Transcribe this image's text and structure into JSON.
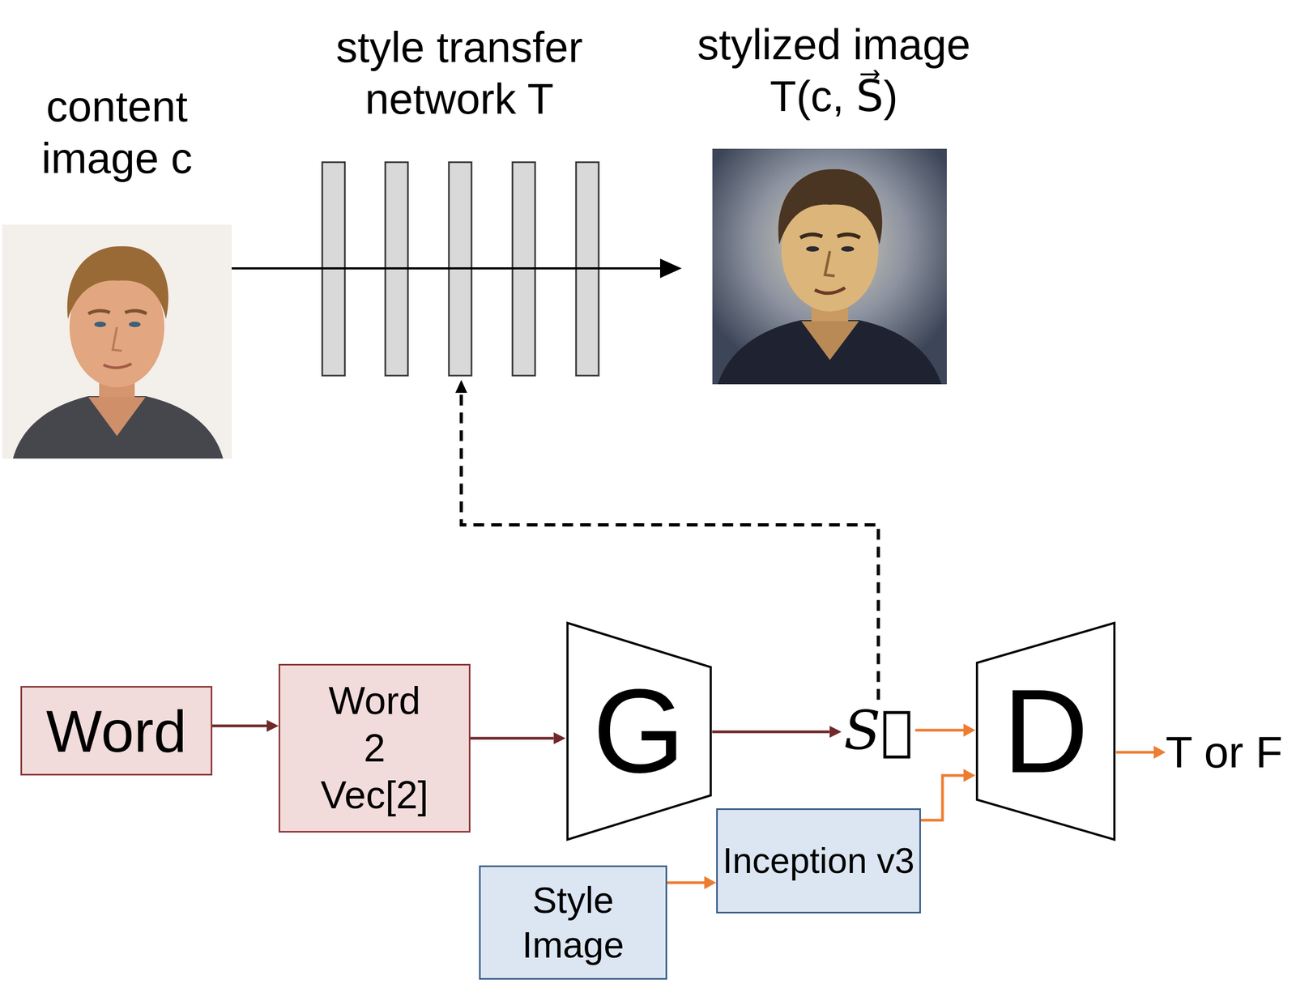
{
  "diagram": {
    "nodes": [
      {
        "text": [
          "content image c"
        ]
      },
      {
        "text": [
          "style transfer network T"
        ]
      },
      {
        "text": [
          "stylized image T(c, S⃗)"
        ]
      },
      {
        "text": [
          "Word"
        ]
      },
      {
        "text": [
          "Word 2 Vec[2]"
        ]
      },
      {
        "text": [
          "G"
        ]
      },
      {
        "text": [
          "S⃗"
        ]
      },
      {
        "text": [
          "D"
        ]
      },
      {
        "text": [
          "T or F"
        ]
      },
      {
        "text": [
          "Style Image"
        ]
      },
      {
        "text": [
          "Inception v3"
        ]
      }
    ],
    "edges": [
      {
        "from": 0,
        "to": 1,
        "arrow": "none"
      },
      {
        "from": 1,
        "to": 2,
        "arrow": "to"
      },
      {
        "from": 3,
        "to": 4,
        "arrow": "to"
      },
      {
        "from": 4,
        "to": 5,
        "arrow": "to"
      },
      {
        "from": 5,
        "to": 6,
        "arrow": "to"
      },
      {
        "from": 6,
        "to": 1,
        "arrow": "to"
      },
      {
        "from": 6,
        "to": 7,
        "arrow": "to"
      },
      {
        "from": 9,
        "to": 10,
        "arrow": "to"
      },
      {
        "from": 10,
        "to": 7,
        "arrow": "to"
      },
      {
        "from": 7,
        "to": 8,
        "arrow": "to"
      }
    ]
  }
}
